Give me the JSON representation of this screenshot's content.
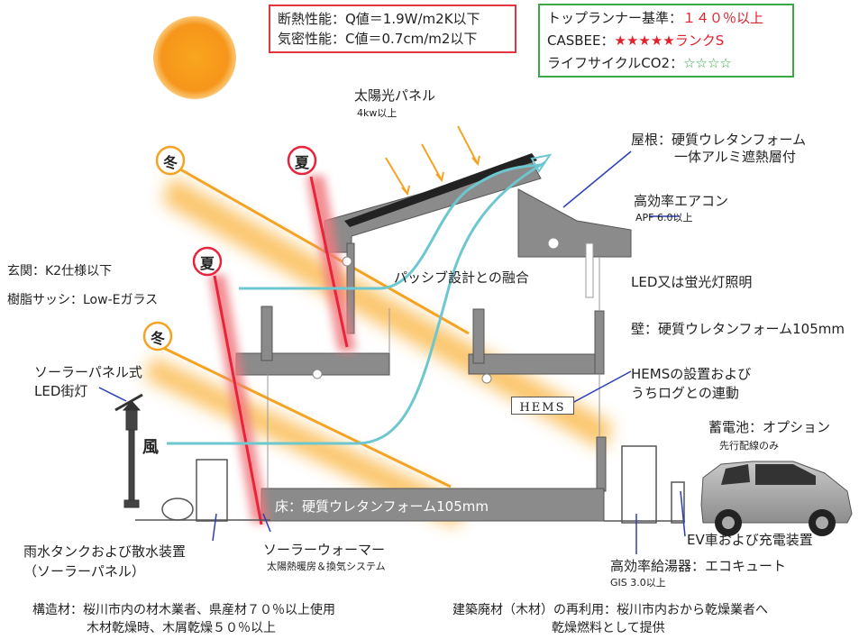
{
  "perf_box": {
    "line1": "断熱性能：Q値＝1.9W/m2K以下",
    "line2": "気密性能：C値＝0.7cm/m2以下"
  },
  "standard_box": {
    "line1_label": "トップランナー基準：",
    "line1_value": "１４０％以上",
    "line2_label": "CASBEE：",
    "line2_value": "★★★★★ランクS",
    "line3_label": "ライフサイクルCO2：",
    "line3_value": "☆☆☆☆"
  },
  "solar_panel": {
    "label": "太陽光パネル",
    "sub": "4kw以上"
  },
  "roof": {
    "line1": "屋根：硬質ウレタンフォーム",
    "line2": "一体アルミ遮熱層付"
  },
  "aircon": {
    "label": "高効率エアコン",
    "sub": "APF 6.0以上"
  },
  "led": "LED又は蛍光灯照明",
  "wall": "壁：硬質ウレタンフォーム105mm",
  "hems": {
    "line1": "HEMSの設置および",
    "line2": "うちログとの連動",
    "box_label": "HEMS"
  },
  "battery": {
    "label": "蓄電池：オプション",
    "sub": "先行配線のみ"
  },
  "passive": "パッシブ設計との融合",
  "entrance": "玄関：K2仕様以下",
  "sash": "樹脂サッシ：Low-Eガラス",
  "streetlight": {
    "line1": "ソーラーパネル式",
    "line2": "LED街灯"
  },
  "wind": "風",
  "season": {
    "winter": "冬",
    "summer": "夏"
  },
  "floor": "床：硬質ウレタンフォーム105mm",
  "rain_tank": {
    "line1": "雨水タンクおよび散水装置",
    "line2": "（ソーラーパネル）"
  },
  "solar_warmer": {
    "label": "ソーラーウォーマー",
    "sub": "太陽熱暖房＆換気システム"
  },
  "water_heater": {
    "label": "高効率給湯器：エコキュート",
    "sub": "GIS 3.0以上"
  },
  "ev": "EV車および充電装置",
  "structure": {
    "line1": "構造材：桜川市内の材木業者、県産材７０％以上使用",
    "line2": "木材乾燥時、木屑乾燥５０％以上"
  },
  "recycle": {
    "line1": "建築廃材（木材）の再利用：桜川市内おから乾燥業者へ",
    "line2": "乾燥燃料として提供"
  },
  "colors": {
    "sun": "#f7a21b",
    "winter_ray": "#f4a323",
    "summer_ray": "#e8243a",
    "airflow": "#6cc7cf",
    "building": "#8a8a8a",
    "perf_border": "#e0383e",
    "standard_border": "#3aa845",
    "leader": "#2a3fb8"
  }
}
